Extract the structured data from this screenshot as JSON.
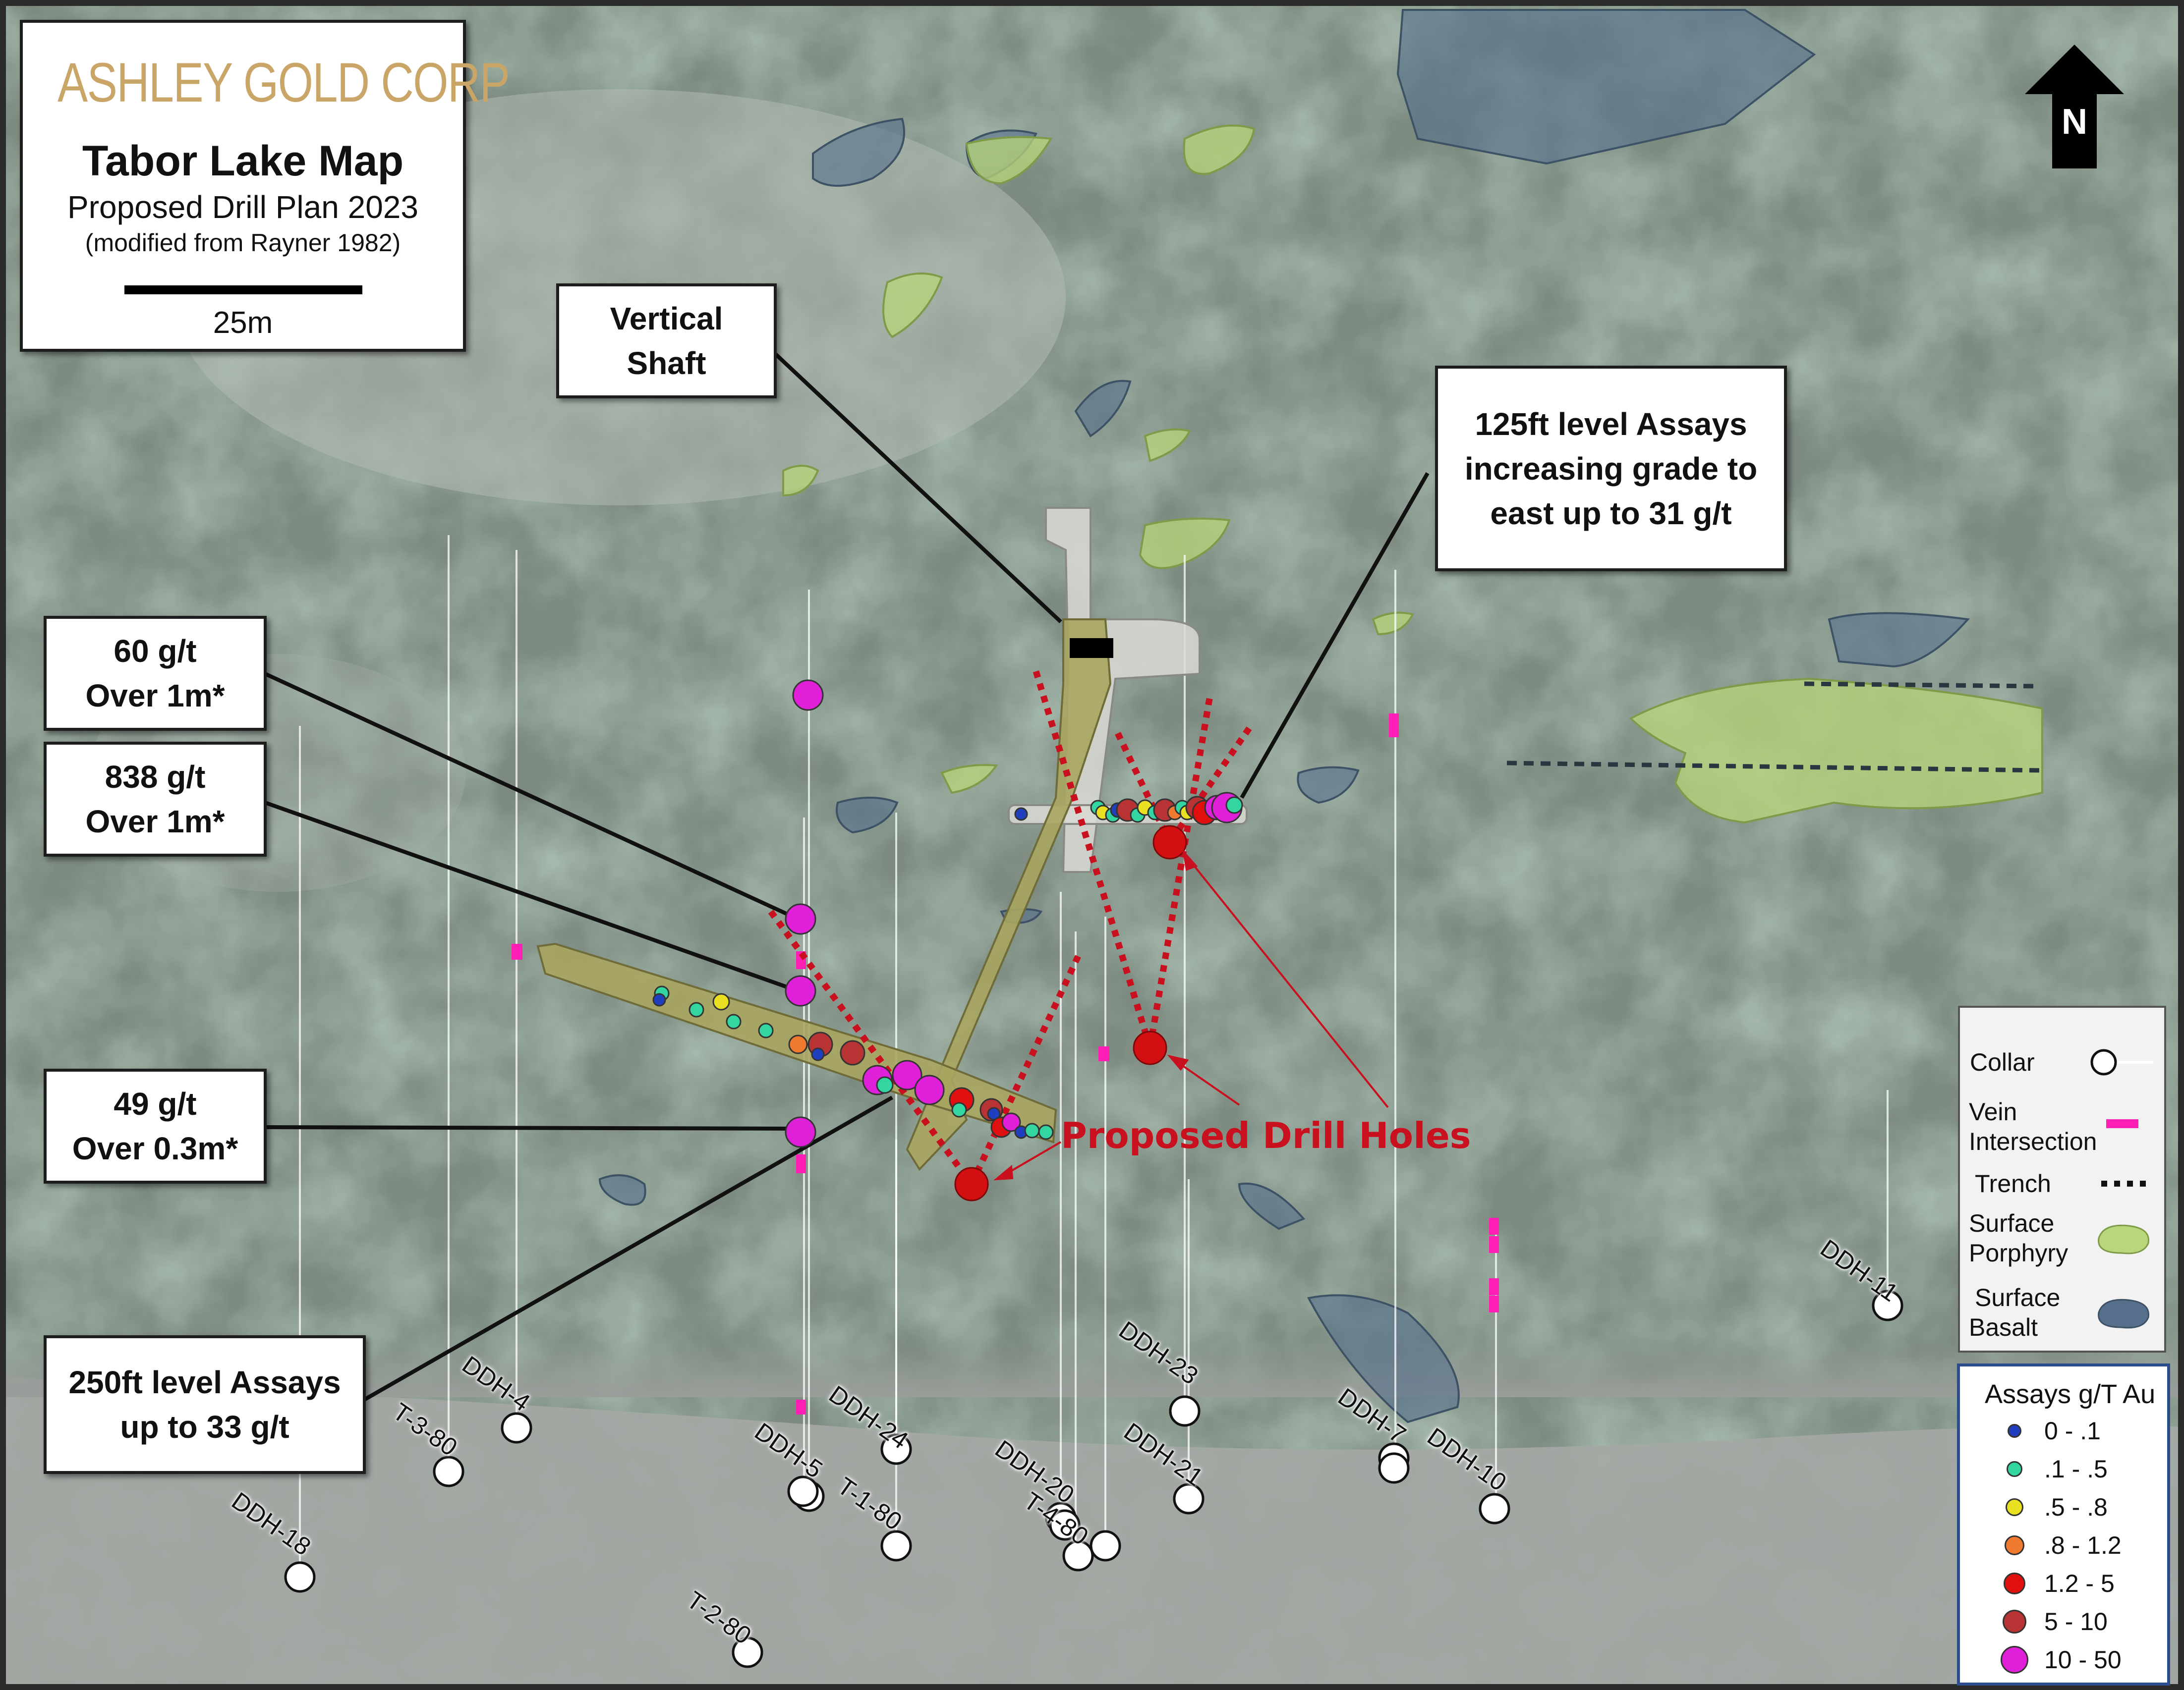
{
  "title_box": {
    "company": "ASHLEY GOLD CORP",
    "title": "Tabor Lake Map",
    "subtitle": "Proposed Drill Plan 2023",
    "source_note": "(modified from Rayner 1982)",
    "scale_label": "25m"
  },
  "north_label": "N",
  "callouts": {
    "shaft": [
      "Vertical",
      "Shaft"
    ],
    "level125": [
      "125ft level Assays",
      "increasing grade to",
      "east up to 31 g/t"
    ],
    "a60": [
      "60 g/t",
      "Over 1m*"
    ],
    "a838": [
      "838 g/t",
      "Over 1m*"
    ],
    "a49": [
      "49 g/t",
      "Over 0.3m*"
    ],
    "level250": [
      "250ft level Assays",
      "up to 33 g/t"
    ]
  },
  "proposed_label": "Proposed Drill Holes",
  "drill_labels": [
    {
      "text": "DDH-11",
      "rot": 35
    },
    {
      "text": "DDH-4",
      "rot": 35
    },
    {
      "text": "T-3-80",
      "rot": 35
    },
    {
      "text": "DDH-18",
      "rot": 35
    },
    {
      "text": "DDH-24",
      "rot": 35
    },
    {
      "text": "DDH-5",
      "rot": 35
    },
    {
      "text": "T-1-80",
      "rot": 35
    },
    {
      "text": "T-2-80",
      "rot": 35
    },
    {
      "text": "DDH-20",
      "rot": 35
    },
    {
      "text": "T-4-80",
      "rot": 35
    },
    {
      "text": "DDH-23",
      "rot": 35
    },
    {
      "text": "DDH-21",
      "rot": 35
    },
    {
      "text": "DDH-7",
      "rot": 35
    },
    {
      "text": "DDH-10",
      "rot": 35
    }
  ],
  "legend": {
    "collar": "Collar",
    "vein": [
      "Vein",
      "Intersection"
    ],
    "trench": "Trench",
    "porphyry": [
      "Surface",
      "Porphyry"
    ],
    "basalt": [
      "Surface",
      "Basalt"
    ]
  },
  "assay_legend": {
    "title": "Assays g/T Au",
    "classes": [
      {
        "range": "0 - .1",
        "color": "#1f3fbf"
      },
      {
        "range": ".1 - .5",
        "color": "#33d6a0"
      },
      {
        "range": ".5 - .8",
        "color": "#e8e020"
      },
      {
        "range": ".8 - 1.2",
        "color": "#f07a30"
      },
      {
        "range": "1.2 - 5",
        "color": "#e01010"
      },
      {
        "range": "5 - 10",
        "color": "#b83434"
      },
      {
        "range": "10 - 50",
        "color": "#e020d8"
      }
    ]
  },
  "colors": {
    "porphyry": "#b8d67a",
    "basalt": "#56708c",
    "vein": "#ff1fb4",
    "proposed": "#c8101e",
    "workings": "#a9a560"
  }
}
